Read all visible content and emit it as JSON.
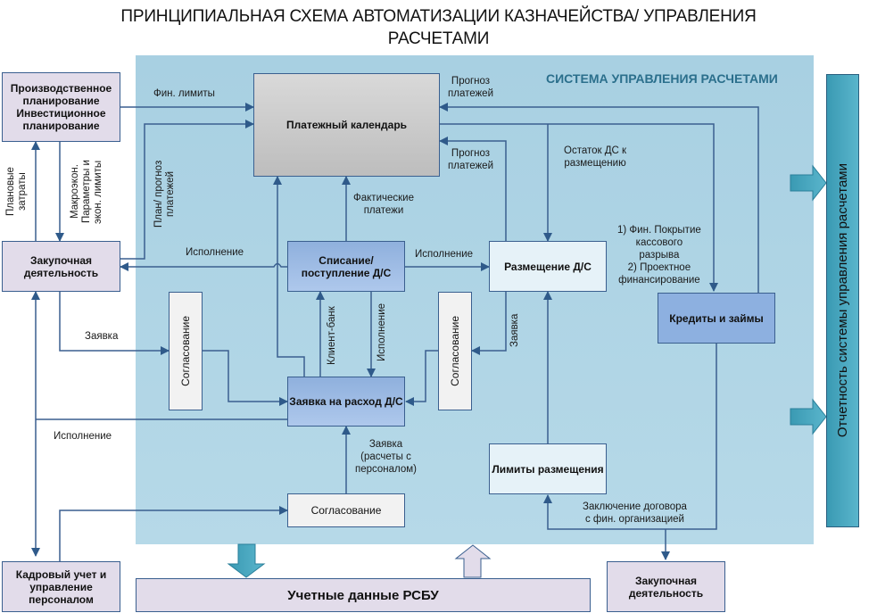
{
  "title": "ПРИНЦИПИАЛЬНАЯ СХЕМА АВТОМАТИЗАЦИИ КАЗНАЧЕЙСТВА/ УПРАВЛЕНИЯ\nРАСЧЕТАМИ",
  "title_line1": "ПРИНЦИПИАЛЬНАЯ СХЕМА АВТОМАТИЗАЦИИ КАЗНАЧЕЙСТВА/ УПРАВЛЕНИЯ",
  "title_line2": "РАСЧЕТАМИ",
  "system_title": "СИСТЕМА УПРАВЛЕНИЯ РАСЧЕТАМИ",
  "colors": {
    "system_background": "#a8d0e2",
    "system_title": "#2b6f8c",
    "connector": "#3a5f8f",
    "external_box": "#e2dcea",
    "process_box": "#8fb0dd",
    "report_bar": "#3a9ab3"
  },
  "nodes": {
    "production_planning": "Производственное\nпланирование\nИнвестиционное\nпланирование",
    "procurement_top": "Закупочная\nдеятельность",
    "hr": "Кадровый учет и\nуправление\nперсоналом",
    "payment_calendar": "Платежный календарь",
    "debit_credit": "Списание/\nпоступление  Д/С",
    "expense_request": "Заявка на расход Д/С",
    "placement": "Размещение  Д/С",
    "loans": "Кредиты и займы",
    "placement_limits": "Лимиты размещения",
    "approval_left": "Согласование",
    "approval_right": "Согласование",
    "approval_bottom": "Согласование",
    "procurement_bottom": "Закупочная\nдеятельность",
    "accounting_rsbu": "Учетные данные РСБУ",
    "reporting": "Отчетность системы управления расчетами"
  },
  "edge_labels": {
    "fin_limits": "Фин. лимиты",
    "planned_costs": "Плановые\nзатраты",
    "macro_params": "Макроэкон.\nПараметры и\nэкон. лимиты",
    "plan_forecast": "План/ прогноз\nплатежей",
    "execution_procurement": "Исполнение",
    "forecast_top": "Прогноз\nплатежей",
    "forecast_mid": "Прогноз\nплатежей",
    "actual_payments": "Фактические\nплатежи",
    "cash_remainder": "Остаток ДС к\nразмещению",
    "fin_coverage": "1) Фин. Покрытие\nкассового\nразрыва\n2) Проектное\nфинансирование",
    "execution_to_placement": "Исполнение",
    "request_procurement": "Заявка",
    "client_bank": "Клиент-банк",
    "execution_down": "Исполнение",
    "request_placement": "Заявка",
    "execution_hr": "Исполнение",
    "request_personnel": "Заявка\n(расчеты с\nперсоналом)",
    "contract_conclusion": "Заключение договора\nс фин. организацией"
  }
}
